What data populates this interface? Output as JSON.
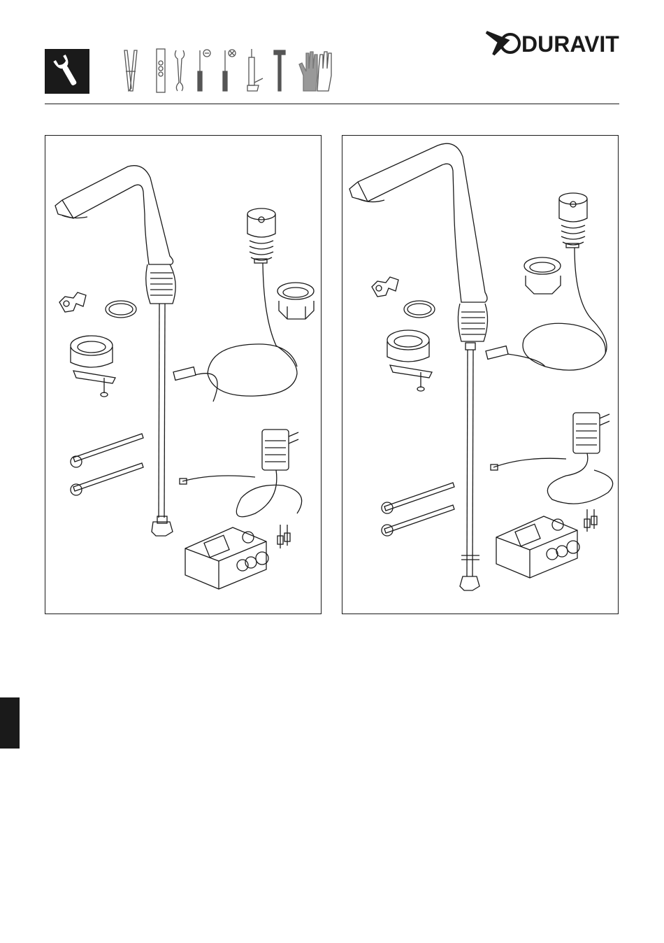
{
  "brand": {
    "name": "DURAVIT",
    "color": "#1a1a1a"
  },
  "header": {
    "section_icon": "wrench-icon",
    "tools": [
      "screw-clamp-icon",
      "spirit-level-icon",
      "open-end-wrench-icon",
      "slotted-screwdriver-icon",
      "phillips-screwdriver-icon",
      "silicone-gun-icon",
      "hammer-icon",
      "gloves-icon"
    ]
  },
  "panels": [
    {
      "variant": "standard-height",
      "items": [
        "faucet-icon",
        "sensor-button-icon",
        "key-icon",
        "seal-ring-icon",
        "fixing-set-icon",
        "mounting-nut-icon",
        "connector-cable-icon",
        "power-supply-icon",
        "flex-hose-icon",
        "control-box-icon",
        "screws-icon"
      ]
    },
    {
      "variant": "raised-height",
      "items": [
        "faucet-icon",
        "sensor-button-icon",
        "key-icon",
        "seal-ring-icon",
        "fixing-set-icon",
        "mounting-nut-icon",
        "connector-cable-icon",
        "power-supply-icon",
        "flex-hose-icon",
        "control-box-icon",
        "screws-icon"
      ]
    }
  ]
}
